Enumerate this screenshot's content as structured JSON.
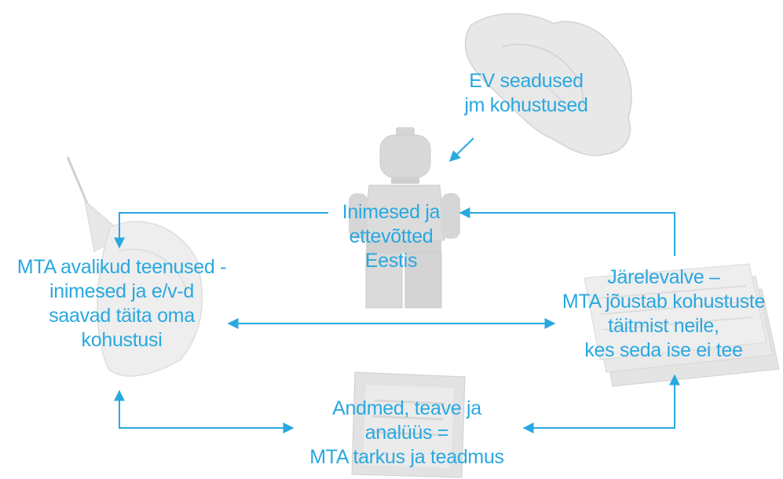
{
  "diagram": {
    "nodes": {
      "laws": {
        "lines": [
          "EV seadused",
          "jm kohustused"
        ]
      },
      "people": {
        "lines": [
          "Inimesed ja",
          "ettevõtted",
          "Eestis"
        ]
      },
      "public_services": {
        "lines": [
          "MTA avalikud teenused -",
          "inimesed ja e/v-d",
          "saavad täita oma",
          "kohustusi"
        ]
      },
      "supervision": {
        "lines": [
          "Järelevalve –",
          "MTA jõustab kohustuste",
          "täitmist neile,",
          "kes seda ise ei tee"
        ]
      },
      "data": {
        "lines": [
          "Andmed, teave ja",
          "analüüs =",
          "MTA tarkus ja teadmus"
        ]
      }
    },
    "illustrations": [
      "map-of-estonia-illustration",
      "lego-figure-illustration",
      "sailboat-illustration",
      "stacked-papers-illustration",
      "tablet-illustration"
    ],
    "colors": {
      "accent": "#29a8e0",
      "illustration": "#dadada"
    }
  }
}
